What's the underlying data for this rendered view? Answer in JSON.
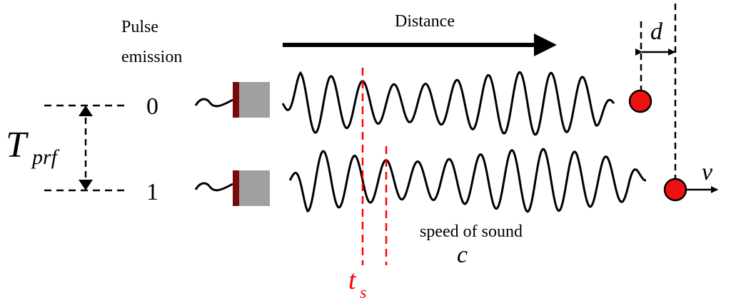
{
  "labels": {
    "pulse_line1": "Pulse",
    "pulse_line2": "emission",
    "distance": "Distance",
    "pulse0": "0",
    "pulse1": "1",
    "tprf_main": "T",
    "tprf_sub": "prf",
    "ts_main": "t",
    "ts_sub": "s",
    "speed": "speed of sound",
    "c": "c",
    "d": "d",
    "v": "v"
  },
  "colors": {
    "ink": "#000000",
    "accent_red": "#ff0000",
    "target_fill": "#ee1111",
    "transducer_body": "#a0a0a0",
    "transducer_face": "#7a0a0a"
  },
  "icons": [
    "transducer-icon",
    "scatterer-icon",
    "arrow-right-icon"
  ]
}
